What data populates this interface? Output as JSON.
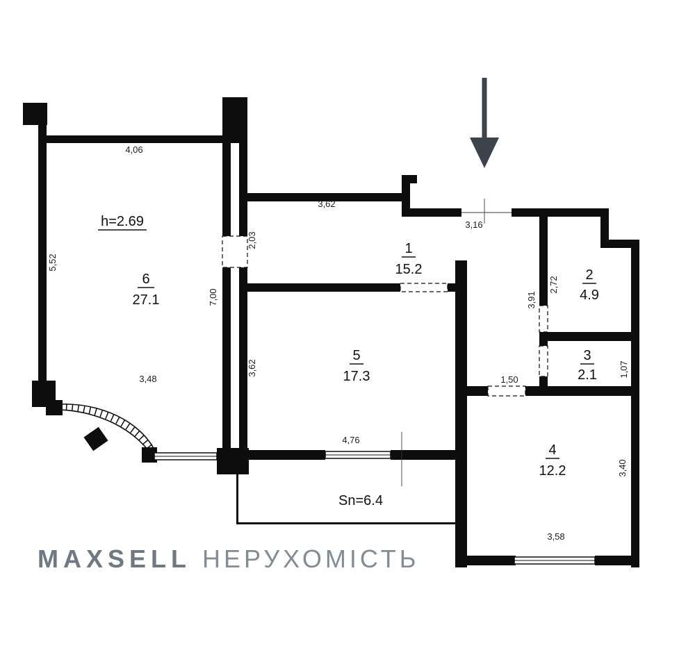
{
  "branding": {
    "brand": "MAXSELL",
    "word": "НЕРУХОМІСТЬ",
    "brand_color": "#6e7983",
    "word_color": "#828c95"
  },
  "plan": {
    "ceiling_height": "h=2.69",
    "balcony_area": "Sn=6.4",
    "rooms": [
      {
        "number": "1",
        "area": "15.2"
      },
      {
        "number": "2",
        "area": "4.9"
      },
      {
        "number": "3",
        "area": "2.1"
      },
      {
        "number": "4",
        "area": "12.2"
      },
      {
        "number": "5",
        "area": "17.3"
      },
      {
        "number": "6",
        "area": "27.1"
      }
    ],
    "dims": {
      "room6_top": "4,06",
      "room6_left": "5,52",
      "room6_bottom": "3,48",
      "shaft_width": "2,03",
      "wall_length": "7,00",
      "hall_top": "3,62",
      "entrance_width": "3,16",
      "room2_left": "2,72",
      "hall_right": "3,91",
      "room3_right": "1,07",
      "room4_door": "1,50",
      "room5_left": "3,62",
      "room5_bottom": "4,76",
      "room4_right": "3,40",
      "room4_bottom": "3,58"
    },
    "wall_color": "#0d0d0d",
    "arrow_color": "#3c434a"
  }
}
